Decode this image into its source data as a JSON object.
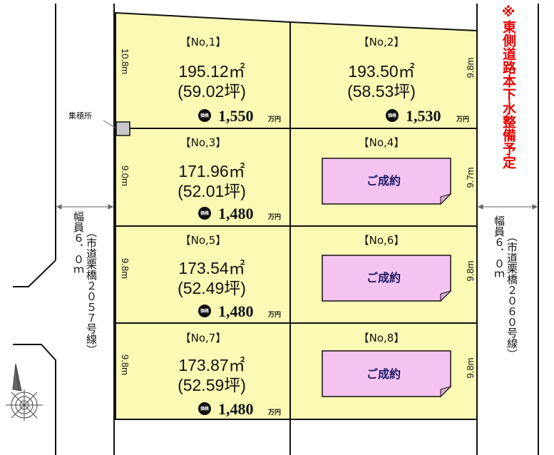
{
  "east_note": "※東側道路本下水整備予定",
  "collection_point_label": "集積所",
  "west_road": {
    "width": "幅員６．０ｍ",
    "name": "（市道栗橋２０５７号線）"
  },
  "east_road": {
    "width": "幅員６．０ｍ",
    "name": "（市道栗橋２０６０号線）"
  },
  "price_badge": "価格",
  "price_unit": "万円",
  "sold_label": "ご成約",
  "lots": [
    {
      "id": "No.1",
      "label": "【No,1】",
      "area": "195.12㎡",
      "tsubo": "(59.02坪)",
      "price": "1,550",
      "depth": "10.8m",
      "status": "available"
    },
    {
      "id": "No.2",
      "label": "【No,2】",
      "area": "193.50㎡",
      "tsubo": "(58.53坪)",
      "price": "1,530",
      "depth": "9.8m",
      "status": "available"
    },
    {
      "id": "No.3",
      "label": "【No,3】",
      "area": "171.96㎡",
      "tsubo": "(52.01坪)",
      "price": "1,480",
      "depth": "9.0m",
      "status": "available"
    },
    {
      "id": "No.4",
      "label": "【No,4】",
      "depth": "9.7m",
      "status": "sold"
    },
    {
      "id": "No.5",
      "label": "【No,5】",
      "area": "173.54㎡",
      "tsubo": "(52.49坪)",
      "price": "1,480",
      "depth": "9.8m",
      "status": "available"
    },
    {
      "id": "No.6",
      "label": "【No,6】",
      "depth": "9.8m",
      "status": "sold"
    },
    {
      "id": "No.7",
      "label": "【No,7】",
      "area": "173.87㎡",
      "tsubo": "(52.59坪)",
      "price": "1,480",
      "depth": "9.8m",
      "status": "available"
    },
    {
      "id": "No.8",
      "label": "【No,8】",
      "depth": "9.8m",
      "status": "sold"
    }
  ],
  "colors": {
    "lot_fill": "#fafab4",
    "sold_fill": "#f5c3f0",
    "note_red": "#e60000",
    "line": "#111111"
  },
  "compass": "north-arrow-icon"
}
